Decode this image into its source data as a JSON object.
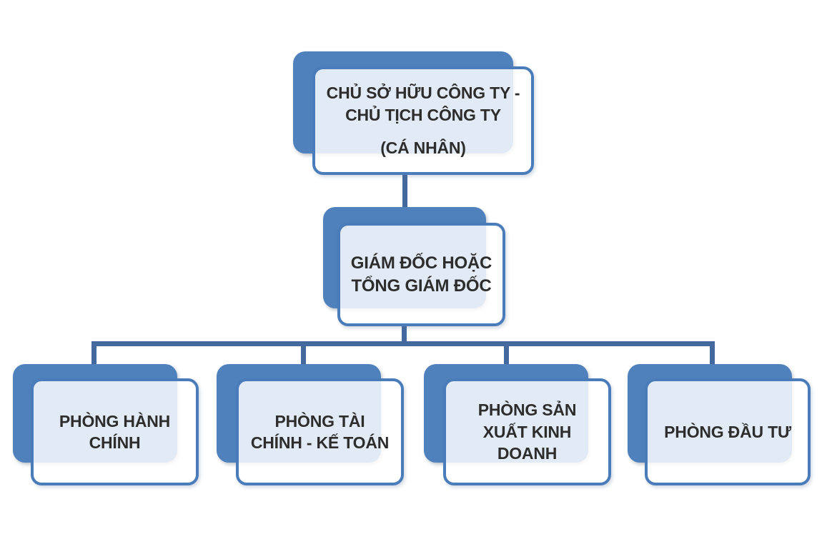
{
  "page": {
    "background": "#ffffff",
    "description_hidden": false
  },
  "colors": {
    "shape_blue": "#4f81bd",
    "panel_border": "#4b7cba",
    "panel_fill": "rgba(255,255,255,0.84)",
    "connector": "#44699e",
    "text": "#2d2d2d"
  },
  "org_chart": {
    "type": "org-chart",
    "nodes": {
      "owner": {
        "label": "CHỦ SỞ HỮU CÔNG TY  -\nCHỦ TỊCH CÔNG TY",
        "sublabel": "(CÁ NHÂN)"
      },
      "director": {
        "label": "GIÁM ĐỐC HOẶC\nTỔNG GIÁM ĐỐC"
      },
      "departments": [
        {
          "label": "PHÒNG HÀNH\nCHÍNH"
        },
        {
          "label": "PHÒNG TÀI\nCHÍNH - KẾ TOÁN"
        },
        {
          "label": "PHÒNG SẢN\nXUẤT KINH\nDOANH"
        },
        {
          "label": "PHÒNG ĐẦU TƯ"
        }
      ]
    },
    "edges": [
      {
        "from": "owner",
        "to": "director"
      },
      {
        "from": "director",
        "to": "departments.0"
      },
      {
        "from": "director",
        "to": "departments.1"
      },
      {
        "from": "director",
        "to": "departments.2"
      },
      {
        "from": "director",
        "to": "departments.3"
      }
    ]
  }
}
